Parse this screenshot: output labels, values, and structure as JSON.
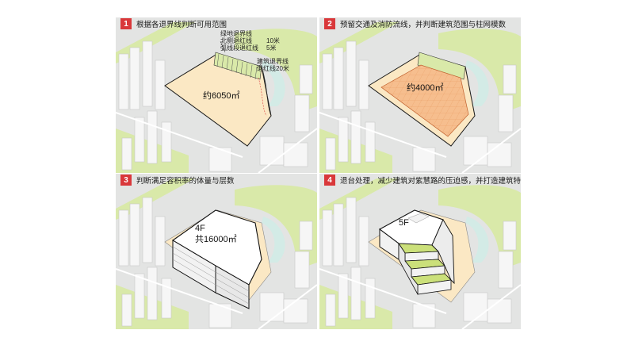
{
  "panels": [
    {
      "number": "1",
      "title": "根据各退界线判断可用范围",
      "area_label": "约6050㎡",
      "annotations": {
        "green_setback": "绿地退界线",
        "north_red_line": "北侧退红线",
        "north_red_value": "10米",
        "arc_red_line": "弧线段退红线",
        "arc_red_value": "5米",
        "building_setback": "建筑退界线",
        "red_line_20": "退红线20米"
      }
    },
    {
      "number": "2",
      "title": "预留交通及消防流线，并判断建筑范围与柱网模数",
      "area_label": "约4000㎡"
    },
    {
      "number": "3",
      "title": "判断满足容积率的体量与层数",
      "floors": "4F",
      "total_area": "共16000㎡"
    },
    {
      "number": "4",
      "title": "退台处理，减少建筑对紫慧路的压迫感，并打造建筑特色",
      "floors": "5F"
    }
  ],
  "colors": {
    "badge": "#d9383a",
    "ground": "#e2e3e2",
    "building": "#f4f4f4",
    "green": "#d9e9a9",
    "water": "#d3ebe6",
    "site": "#fbe8c4",
    "grid_zone": "#f6be8e",
    "terrace": "#cbe07a"
  }
}
